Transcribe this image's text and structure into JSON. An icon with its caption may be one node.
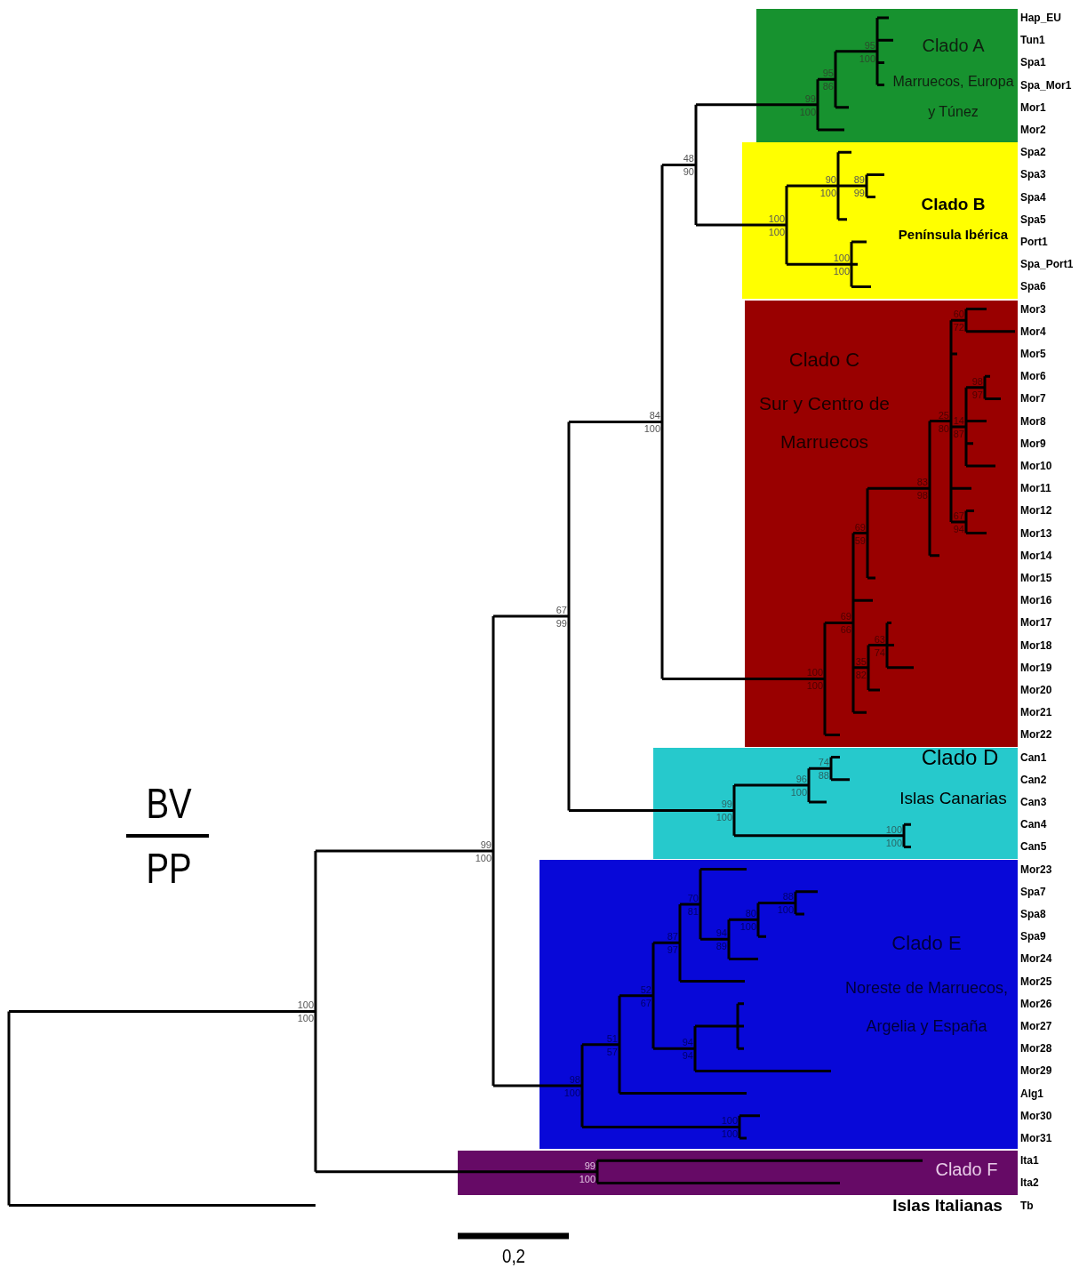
{
  "diagram": {
    "nodes": [
      {
        "text": [
          "Clado A",
          "Marruecos, Europa y Túnez"
        ]
      },
      {
        "text": [
          "Clado B",
          "Península Ibérica"
        ]
      },
      {
        "text": [
          "Clado C",
          "Sur y Centro de Marruecos"
        ]
      },
      {
        "text": [
          "Clado D",
          "Islas Canarias"
        ]
      },
      {
        "text": [
          "Clado E",
          "Noreste de Marruecos, Argelia y España"
        ]
      },
      {
        "text": [
          "Clado F",
          "Islas Italianas"
        ]
      }
    ],
    "labels": [
      "100",
      "100",
      "99",
      "100",
      "67",
      "99",
      "84",
      "100",
      "48",
      "90",
      "99",
      "100",
      "95",
      "86",
      "95",
      "100",
      "100",
      "100",
      "90",
      "100",
      "89",
      "99",
      "100",
      "100",
      "100",
      "100",
      "69",
      "66",
      "69",
      "59",
      "83",
      "98",
      "25",
      "80",
      "60",
      "72",
      "14",
      "87",
      "98",
      "97",
      "67",
      "94",
      "35",
      "82",
      "63",
      "74",
      "99",
      "100",
      "96",
      "100",
      "74",
      "88",
      "100",
      "100",
      "98",
      "100",
      "51",
      "57",
      "52",
      "67",
      "87",
      "97",
      "70",
      "81",
      "94",
      "89",
      "80",
      "100",
      "88",
      "100",
      "94",
      "94",
      "100",
      "100",
      "99",
      "100",
      "Hap_EU",
      "Tun1",
      "Spa1",
      "Spa_Mor1",
      "Mor1",
      "Mor2",
      "Spa2",
      "Spa3",
      "Spa4",
      "Spa5",
      "Port1",
      "Spa_Port1",
      "Spa6",
      "Mor3",
      "Mor4",
      "Mor5",
      "Mor6",
      "Mor7",
      "Mor8",
      "Mor9",
      "Mor10",
      "Mor11",
      "Mor12",
      "Mor13",
      "Mor14",
      "Mor15",
      "Mor16",
      "Mor17",
      "Mor18",
      "Mor19",
      "Mor20",
      "Mor21",
      "Mor22",
      "Can1",
      "Can2",
      "Can3",
      "Can4",
      "Can5",
      "Mor23",
      "Spa7",
      "Spa8",
      "Spa9",
      "Mor24",
      "Mor25",
      "Mor26",
      "Mor27",
      "Mor28",
      "Mor29",
      "Alg1",
      "Mor30",
      "Mor31",
      "Ita1",
      "Ita2",
      "Tb",
      "BV",
      "PP",
      "0,2"
    ]
  }
}
